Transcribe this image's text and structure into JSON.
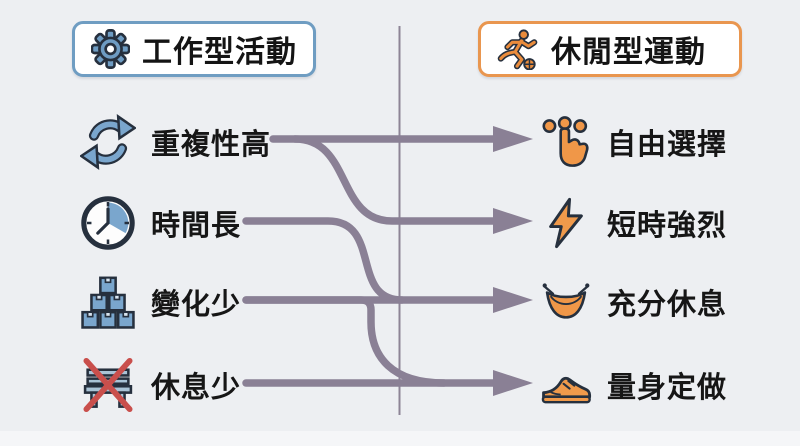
{
  "colors": {
    "background": "#edeff2",
    "divider": "#8d8496",
    "arrow": "#8a8095",
    "blue_accent": "#6e9cc3",
    "orange_accent": "#f09748",
    "left_box_border": "#6f9dc2",
    "right_box_border": "#e9964f",
    "cross_red": "#c94f4c",
    "text": "#161616"
  },
  "left": {
    "header": {
      "label": "工作型活動",
      "icon": "gear-icon"
    },
    "items": [
      {
        "label": "重複性高",
        "icon": "cycle-arrows-icon"
      },
      {
        "label": "時間長",
        "icon": "clock-icon"
      },
      {
        "label": "變化少",
        "icon": "stacked-boxes-icon"
      },
      {
        "label": "休息少",
        "icon": "crossed-bench-icon"
      }
    ]
  },
  "right": {
    "header": {
      "label": "休閒型運動",
      "icon": "runner-basketball-icon"
    },
    "items": [
      {
        "label": "自由選擇",
        "icon": "tap-select-icon"
      },
      {
        "label": "短時強烈",
        "icon": "lightning-icon"
      },
      {
        "label": "充分休息",
        "icon": "hammock-icon"
      },
      {
        "label": "量身定做",
        "icon": "sneaker-icon"
      }
    ]
  },
  "connectors": [
    {
      "from": "重複性高",
      "to_row": 1,
      "shape": "straight"
    },
    {
      "from": "重複性高",
      "to_row": 2,
      "shape": "s-curve-down"
    },
    {
      "from": "時間長",
      "to_row": 3,
      "shape": "s-curve-down"
    },
    {
      "from": "變化少",
      "to_row": 3,
      "shape": "straight"
    },
    {
      "from": "變化少",
      "to_row": 4,
      "shape": "corner-curve-down"
    },
    {
      "from": "休息少",
      "to_row": 4,
      "shape": "straight"
    }
  ]
}
